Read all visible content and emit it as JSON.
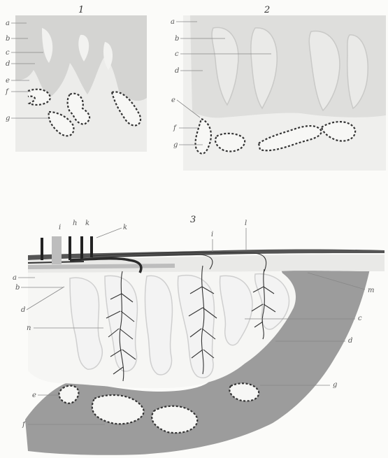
{
  "figures": [
    {
      "number": "1",
      "labels": [
        "a",
        "b",
        "c",
        "d",
        "e",
        "f",
        "g"
      ]
    },
    {
      "number": "2",
      "labels": [
        "a",
        "b",
        "c",
        "d",
        "e",
        "f",
        "g"
      ]
    },
    {
      "number": "3",
      "top_labels": [
        "i",
        "h",
        "k",
        "k",
        "i",
        "l"
      ],
      "left_labels": [
        "a",
        "b",
        "d",
        "n",
        "e",
        "f"
      ],
      "right_labels": [
        "m",
        "c",
        "d",
        "g"
      ]
    }
  ]
}
